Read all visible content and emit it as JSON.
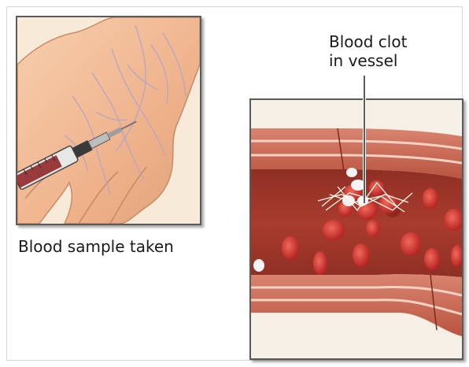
{
  "captions": {
    "blood_sample": "Blood sample taken",
    "clot_line1": "Blood clot",
    "clot_line2": "in vessel"
  },
  "colors": {
    "skin": "#efb38c",
    "vessel_wall": "#c8644e",
    "vessel_lumen": "#a93c2e",
    "red_cell": "#d23b3b",
    "platelet": "#f2f2f2",
    "fibrin": "#fbf7e8"
  },
  "icons": {
    "syringe": "syringe-icon",
    "hand": "hand-illustration",
    "vessel": "blood-vessel-illustration",
    "clot": "blood-clot-illustration"
  }
}
